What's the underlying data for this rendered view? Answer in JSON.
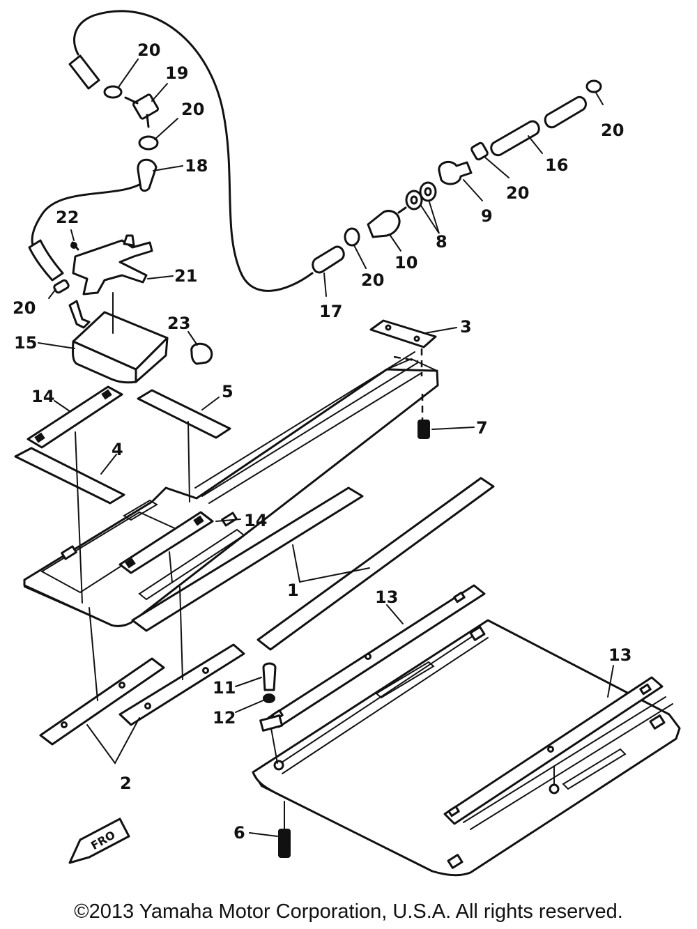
{
  "callouts": {
    "c1": "1",
    "c2": "2",
    "c3": "3",
    "c4": "4",
    "c5": "5",
    "c6": "6",
    "c7": "7",
    "c8": "8",
    "c9": "9",
    "c10": "10",
    "c11": "11",
    "c12": "12",
    "c13a": "13",
    "c13b": "13",
    "c14a": "14",
    "c14b": "14",
    "c15": "15",
    "c16": "16",
    "c17": "17",
    "c18": "18",
    "c19": "19",
    "c20a": "20",
    "c20b": "20",
    "c20c": "20",
    "c20d": "20",
    "c20e": "20",
    "c20f": "20",
    "c21": "21",
    "c22": "22",
    "c23": "23"
  },
  "front_badge": "FRO",
  "copyright": "©2013 Yamaha Motor Corporation, U.S.A. All rights reserved."
}
